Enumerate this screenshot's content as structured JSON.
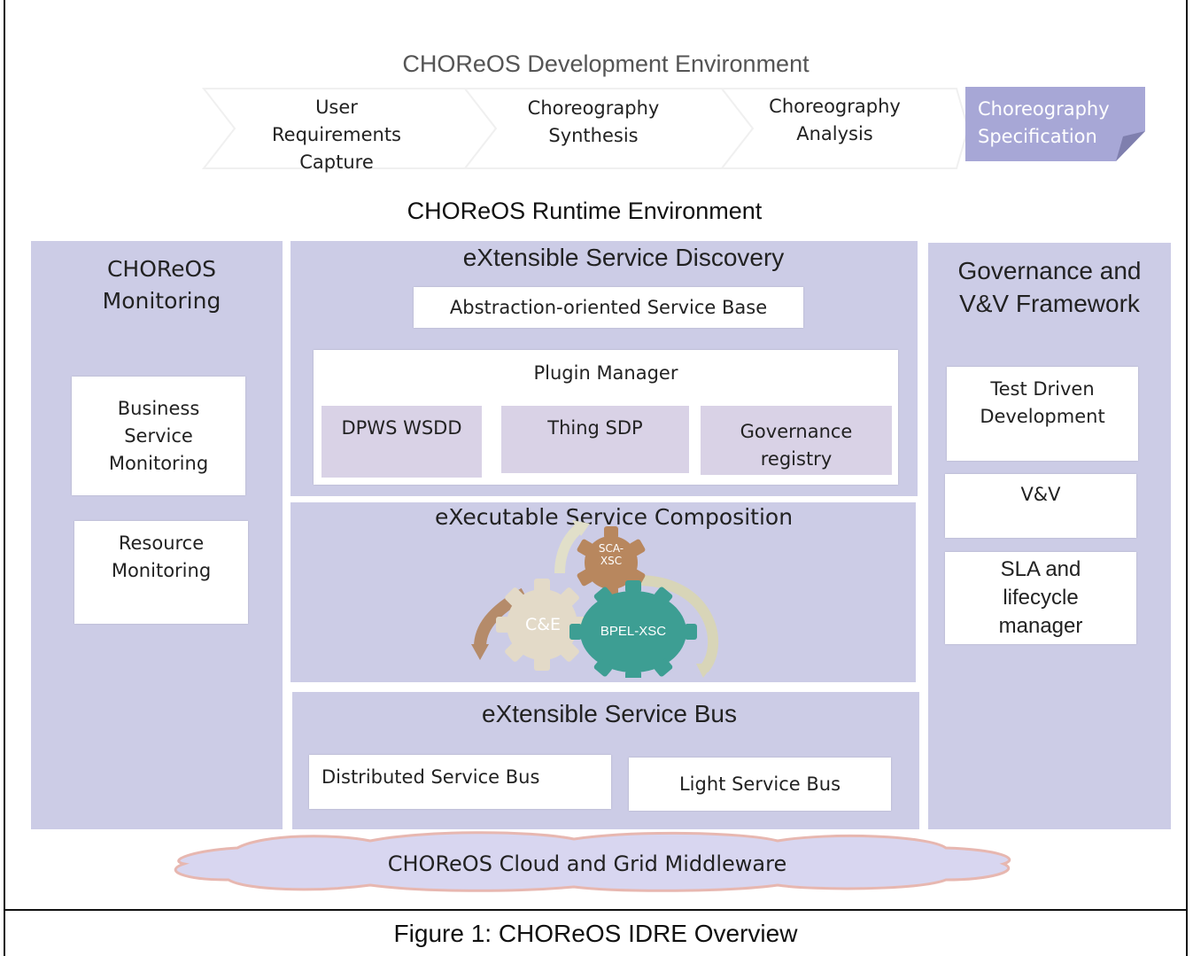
{
  "development": {
    "title": "CHOReOS Development Environment",
    "steps": [
      {
        "label": "User\nRequirements\nCapture"
      },
      {
        "label": "Choreography\nSynthesis"
      },
      {
        "label": "Choreography\nAnalysis"
      }
    ],
    "specification": "Choreography\nSpecification"
  },
  "runtime": {
    "title": "CHOReOS Runtime Environment",
    "monitoring": {
      "title": "CHOReOS\nMonitoring",
      "items": [
        "Business\nService\nMonitoring",
        "Resource\nMonitoring"
      ]
    },
    "discovery": {
      "title": "eXtensible Service Discovery",
      "service_base": "Abstraction-oriented Service Base",
      "plugin_manager": {
        "title": "Plugin Manager",
        "plugins": [
          "DPWS WSDD",
          "Thing SDP",
          "Governance\nregistry"
        ]
      }
    },
    "composition": {
      "title": "eXecutable Service Composition",
      "gears": {
        "ce": "C&E",
        "sca": "SCA-\nXSC",
        "bpel": "BPEL-XSC"
      },
      "colors": {
        "ce": "#e3dac8",
        "sca": "#b8875e",
        "bpel": "#3d9e93"
      }
    },
    "bus": {
      "title": "eXtensible Service Bus",
      "items": [
        "Distributed Service Bus",
        "Light Service Bus"
      ]
    },
    "governance": {
      "title": "Governance and\nV&V Framework",
      "items": [
        "Test Driven\nDevelopment",
        "V&V",
        "SLA and\nlifecycle\nmanager"
      ]
    },
    "cloud": "CHOReOS Cloud and Grid Middleware"
  },
  "caption": "Figure 1: CHOReOS IDRE Overview",
  "colors": {
    "panel": "#cccce6",
    "plugin": "#d9d2e6",
    "spec": "#a7a7d6"
  }
}
